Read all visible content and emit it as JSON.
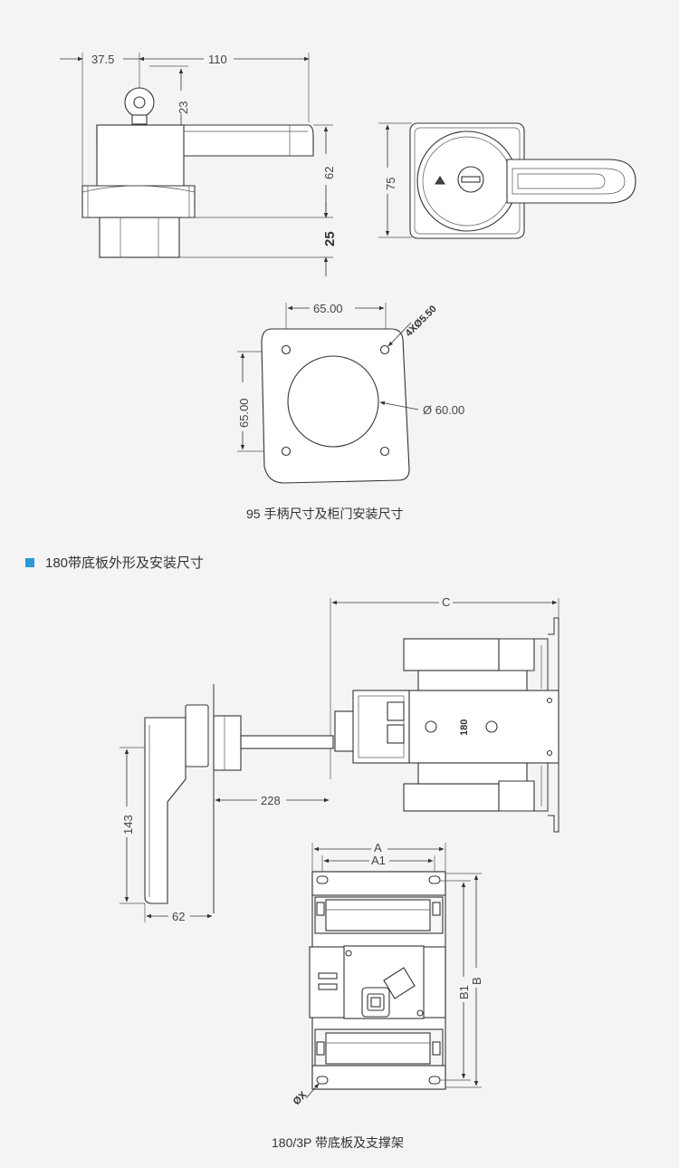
{
  "colors": {
    "background": "#f4f4f4",
    "accent": "#2a9ad8",
    "line": "#333333"
  },
  "handle_views": {
    "dims": {
      "offset": "37.5",
      "length": "110",
      "key_height": "23",
      "body_height": "62",
      "base_height": "25",
      "front_width": "75"
    }
  },
  "door_mount": {
    "dims": {
      "hole_spacing_x": "65.00",
      "hole_spacing_y": "65.00",
      "holes": "4XØ5.50",
      "center_hole": "Ø 60.00"
    }
  },
  "caption_95": "95 手柄尺寸及柜门安装尺寸",
  "section_180": {
    "title": "180带底板外形及安装尺寸"
  },
  "side_assembly": {
    "dims": {
      "overall": "C",
      "shaft_length": "228",
      "handle_height": "143",
      "handle_depth": "62"
    },
    "frame_label": "180"
  },
  "plate_view": {
    "dims": {
      "width_a": "A",
      "width_a1": "A1",
      "height_b1": "B1",
      "height_b": "B",
      "hole": "ØX"
    }
  },
  "caption_180": "180/3P 带底板及支撑架"
}
